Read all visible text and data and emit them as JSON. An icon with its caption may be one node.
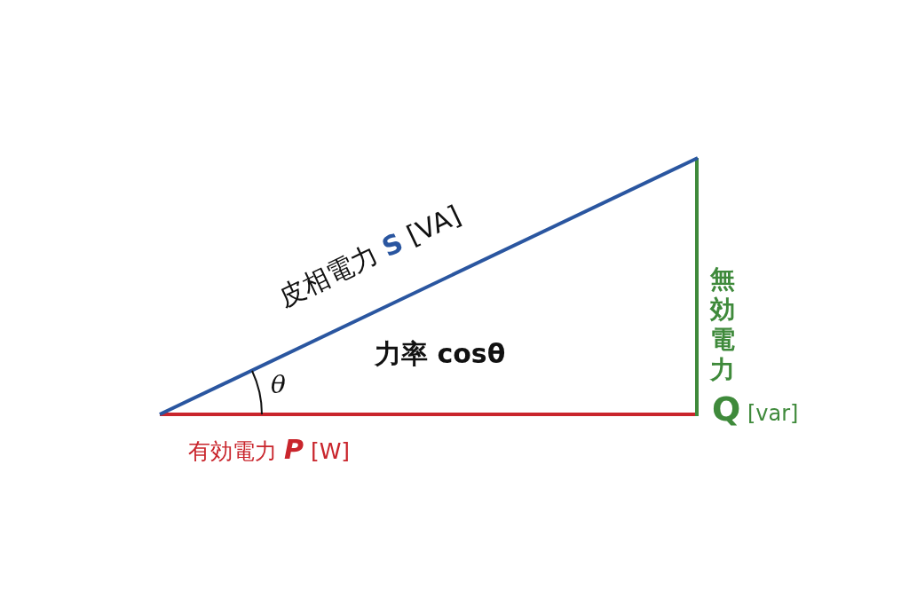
{
  "diagram": {
    "labels": [
      "皮相電力 **S** [VA]",
      "θ",
      "力率 cosθ",
      "無効電力",
      "**Q** [var]",
      "有効電力 **P** [W]"
    ]
  }
}
